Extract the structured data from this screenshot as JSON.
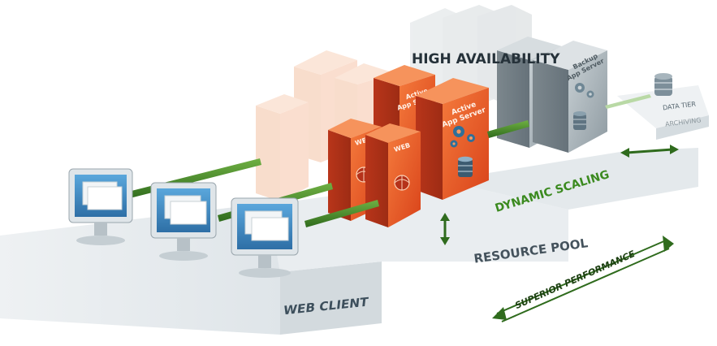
{
  "labels": {
    "high_availability": "HIGH AVAILABILITY",
    "dynamic_scaling": "DYNAMIC SCALING",
    "resource_pool": "RESOURCE POOL",
    "web_client": "WEB CLIENT",
    "superior_performance": "SUPERIOR PERFORMANCE",
    "data_tier": "DATA TIER",
    "archiving": "ARCHIVING"
  },
  "servers": {
    "web": "WEB",
    "active_line1": "Active",
    "active_line2": "App Server",
    "backup_line1": "Backup",
    "backup_line2": "App Server"
  },
  "colors": {
    "active_orange": "#e8501f",
    "web_orange": "#ec5a24",
    "backup_gray": "#a9b3b8",
    "arrow_green": "#3c7f26",
    "monitor_blue": "#2f7bb6"
  }
}
